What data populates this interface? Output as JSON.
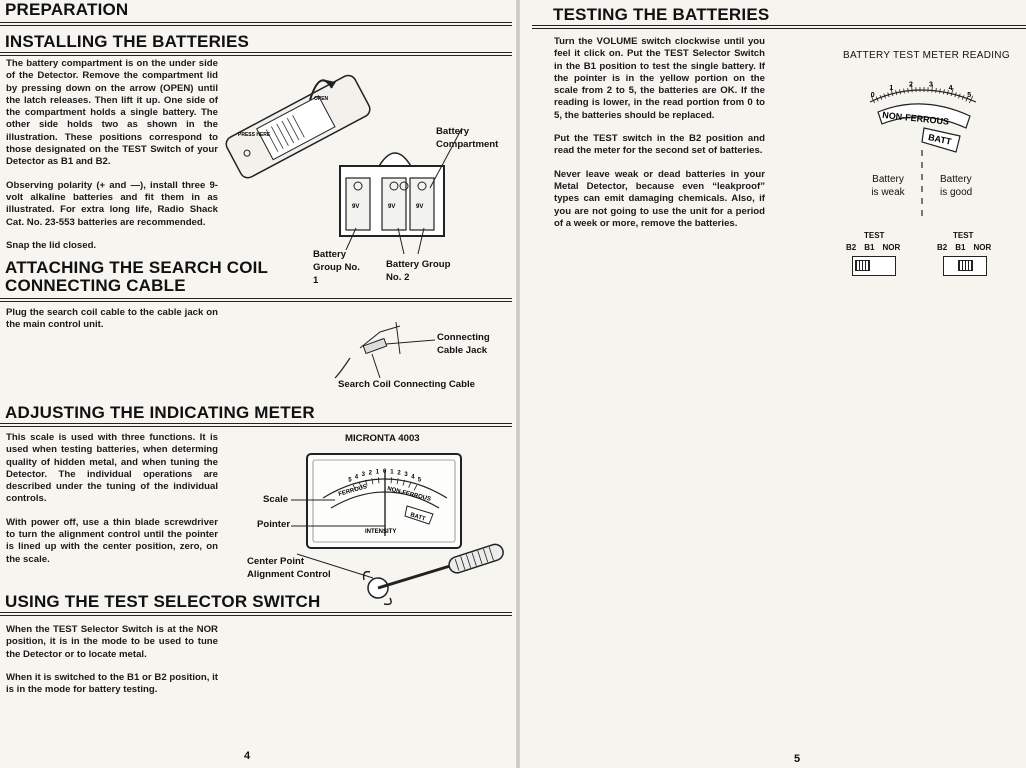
{
  "left": {
    "preparation_title": "PREPARATION",
    "installing": {
      "title": "INSTALLING THE BATTERIES",
      "p1": "The battery compartment is on the under side of the Detector. Remove the compartment lid by pressing down on the arrow (OPEN) until the latch releases. Then lift it up. One side of the compartment holds a single battery. The other side holds two as shown in the illustration. These positions correspond to those designated on the TEST Switch of your Detector as B1 and B2.",
      "p2": "Observing polarity (+ and —), install three 9-volt alkaline batteries and fit them in as illustrated. For extra long life, Radio Shack Cat. No. 23-553 batteries are recommended.",
      "p3": "Snap the lid closed.",
      "fig": {
        "compartment_label": "Battery Compartment",
        "group1_label": "Battery Group No. 1",
        "group2_label": "Battery Group No. 2",
        "battery_label": "9V",
        "open_label": "OPEN",
        "press_label": "PRESS HERE"
      }
    },
    "attaching": {
      "title_line1": "ATTACHING THE SEARCH COIL",
      "title_line2": "CONNECTING CABLE",
      "p1": "Plug the search coil cable to the cable jack on the main control unit.",
      "fig": {
        "jack_label": "Connecting Cable Jack",
        "cable_label": "Search Coil Connecting Cable"
      }
    },
    "adjusting": {
      "title": "ADJUSTING THE INDICATING METER",
      "p1": "This scale is used with three functions. It is used when testing batteries, when determing quality of hidden metal, and when tuning the Detector. The individual operations are described under the tuning of the individual controls.",
      "p2": "With power off, use a thin blade screwdriver to turn the alignment control until the pointer is lined up with the center position, zero, on the scale.",
      "fig": {
        "model_label": "MICRONTA 4003",
        "scale_label": "Scale",
        "pointer_label": "Pointer",
        "center_label": "Center Point",
        "alignment_label": "Alignment Control",
        "ferrous_label": "FERROUS",
        "nonferrous_label": "NON-FERROUS",
        "batt_label": "BATT",
        "intensity_label": "INTENSITY",
        "ticks_left": [
          "5",
          "4",
          "3",
          "2",
          "1"
        ],
        "tick_center": "0",
        "ticks_right": [
          "1",
          "2",
          "3",
          "4",
          "5"
        ]
      }
    },
    "using": {
      "title": "USING THE TEST SELECTOR SWITCH",
      "p1": "When the TEST Selector Switch is at the NOR position, it is in the mode to be used to tune the Detector or to locate metal.",
      "p2": "When it is switched to the B1 or B2 position, it is in the mode for battery testing."
    },
    "page_number": "4"
  },
  "right": {
    "testing": {
      "title": "TESTING THE BATTERIES",
      "p1": "Turn the VOLUME switch clockwise until you feel it click on. Put the TEST Selector Switch in the B1 position to test the single battery. If the pointer is in the yellow portion on the scale from 2 to 5, the batteries are OK. If the reading is lower, in the read portion from 0 to 5, the batteries should be replaced.",
      "p2": "Put the TEST switch in the B2 position and read the meter for the second set of batteries.",
      "p3": "Never leave weak or dead batteries in your Metal Detector, because even “leakproof” types can emit damaging chemicals. Also, if you are not going to use the unit for a period of a week or more, remove the batteries."
    },
    "figure": {
      "title": "BATTERY TEST METER READING",
      "ticks": [
        "0",
        "1",
        "2",
        "3",
        "4",
        "5"
      ],
      "nonferrous_label": "NON-FERROUS",
      "batt_label": "BATT",
      "weak_label": "Battery is weak",
      "good_label": "Battery is good",
      "test_label": "TEST",
      "switch_positions": [
        "B2",
        "B1",
        "NOR"
      ]
    },
    "page_number": "5"
  }
}
